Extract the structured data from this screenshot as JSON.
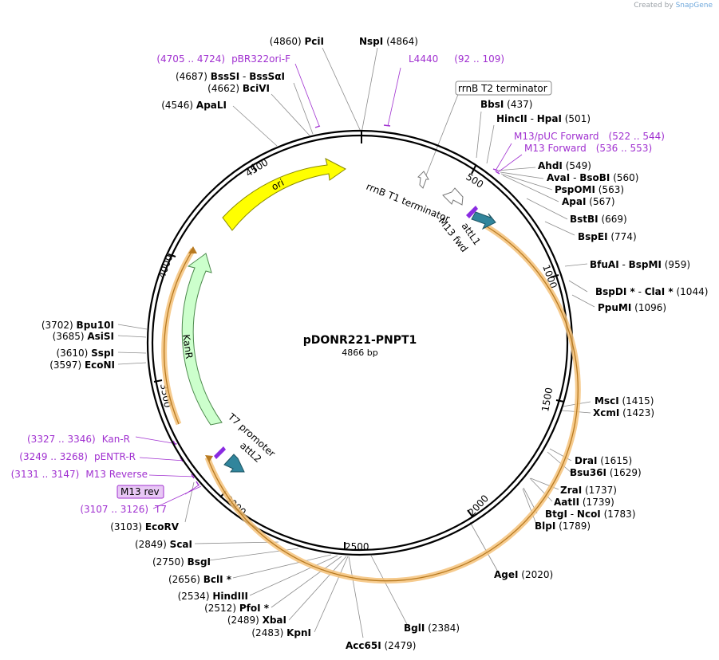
{
  "credit": {
    "prefix": "Created by",
    "brand": "SnapGene"
  },
  "plasmid": {
    "name": "pDONR221-PNPT1",
    "size_label": "4866 bp",
    "length": 4866
  },
  "ticks": [
    "500",
    "1000",
    "1500",
    "2000",
    "2500",
    "3000",
    "3500",
    "4000",
    "4500"
  ],
  "sites": [
    {
      "text": "(4860)  ",
      "name": "PciI",
      "pos": 4860
    },
    {
      "text": "",
      "name": "NspI",
      "suffix": "  (4864)",
      "pos": 4864
    },
    {
      "text": "(4687)  ",
      "name": "BssSI",
      "mid": "  -  ",
      "name2": "BssSαI",
      "pos": 4687
    },
    {
      "text": "(4662)  ",
      "name": "BciVI",
      "pos": 4662
    },
    {
      "text": "(4546)  ",
      "name": "ApaLI",
      "pos": 4546
    },
    {
      "name": "BbsI",
      "suffix": "  (437)",
      "pos": 437
    },
    {
      "name": "HincII",
      "mid": "  -  ",
      "name2": "HpaI",
      "suffix": "   (501)",
      "pos": 501
    },
    {
      "name": "AhdI",
      "suffix": "  (549)",
      "pos": 549
    },
    {
      "name": "AvaI",
      "mid": "  -  ",
      "name2": "BsoBI",
      "suffix": "   (560)",
      "pos": 560
    },
    {
      "name": "PspOMI",
      "suffix": "  (563)",
      "pos": 563
    },
    {
      "name": "ApaI",
      "suffix": "  (567)",
      "pos": 567
    },
    {
      "name": "BstBI",
      "suffix": "  (669)",
      "pos": 669
    },
    {
      "name": "BspEI",
      "suffix": "  (774)",
      "pos": 774
    },
    {
      "name": "BfuAI",
      "mid": "  -  ",
      "name2": "BspMI",
      "suffix": "   (959)",
      "pos": 959
    },
    {
      "name": "BspDI *",
      "mid": "  -  ",
      "name2": "ClaI *",
      "suffix": "   (1044)",
      "pos": 1044
    },
    {
      "name": "PpuMI",
      "suffix": "  (1096)",
      "pos": 1096
    },
    {
      "name": "MscI",
      "suffix": "  (1415)",
      "pos": 1415
    },
    {
      "name": "XcmI",
      "suffix": "  (1423)",
      "pos": 1423
    },
    {
      "name": "DraI",
      "suffix": "  (1615)",
      "pos": 1615
    },
    {
      "name": "Bsu36I",
      "suffix": "  (1629)",
      "pos": 1629
    },
    {
      "name": "ZraI",
      "suffix": "  (1737)",
      "pos": 1737
    },
    {
      "name": "AatII",
      "suffix": "  (1739)",
      "pos": 1739
    },
    {
      "name": "BtgI",
      "mid": "  -  ",
      "name2": "NcoI",
      "suffix": "   (1783)",
      "pos": 1783
    },
    {
      "name": "BlpI",
      "suffix": "  (1789)",
      "pos": 1789
    },
    {
      "name": "AgeI",
      "suffix": "  (2020)",
      "pos": 2020
    },
    {
      "name": "BglI",
      "suffix": "  (2384)",
      "pos": 2384
    },
    {
      "name": "Acc65I",
      "suffix": "  (2479)",
      "pos": 2479
    },
    {
      "text": "(2483)  ",
      "name": "KpnI",
      "pos": 2483
    },
    {
      "text": "(2489)  ",
      "name": "XbaI",
      "pos": 2489
    },
    {
      "text": "(2512)  ",
      "name": "PfoI *",
      "pos": 2512
    },
    {
      "text": "(2534)  ",
      "name": "HindIII",
      "pos": 2534
    },
    {
      "text": "(2656)  ",
      "name": "BclI *",
      "pos": 2656
    },
    {
      "text": "(2750)  ",
      "name": "BsgI",
      "pos": 2750
    },
    {
      "text": "(2849)  ",
      "name": "ScaI",
      "pos": 2849
    },
    {
      "text": "(3103)  ",
      "name": "EcoRV",
      "pos": 3103
    },
    {
      "text": "(3597)  ",
      "name": "EcoNI",
      "pos": 3597
    },
    {
      "text": "(3610)  ",
      "name": "SspI",
      "pos": 3610
    },
    {
      "text": "(3685)  ",
      "name": "AsiSI",
      "pos": 3685
    },
    {
      "text": "(3702)  ",
      "name": "Bpu10I",
      "pos": 3702
    }
  ],
  "primers": [
    {
      "range": "(4705 .. 4724)",
      "name": "pBR322ori-F"
    },
    {
      "range": "(92 .. 109)",
      "name": "L4440"
    },
    {
      "range": "(522 .. 544)",
      "name": "M13/pUC Forward"
    },
    {
      "range": "(536 .. 553)",
      "name": "M13 Forward"
    },
    {
      "range": "(3327 .. 3346)",
      "name": "Kan-R"
    },
    {
      "range": "(3249 .. 3268)",
      "name": "pENTR-R"
    },
    {
      "range": "(3131 .. 3147)",
      "name": "M13 Reverse"
    },
    {
      "range": "",
      "name": "M13 rev"
    },
    {
      "range": "(3107 .. 3126)",
      "name": "T7"
    }
  ],
  "features": {
    "ori": "ori",
    "kanr": "KanR",
    "rrnb_t1": "rrnB T1 terminator",
    "rrnb_t2": "rrnB T2 terminator",
    "attl1": "attL1",
    "attl2": "attL2",
    "m13fwd": "M13 fwd",
    "t7promoter": "T7 promoter"
  },
  "colors": {
    "ori": "#ffff00",
    "kanr": "#ccffcc",
    "att": "#31859c",
    "orf": "#f4c27a",
    "primer": "#a030d0",
    "backbone": "#000000"
  }
}
